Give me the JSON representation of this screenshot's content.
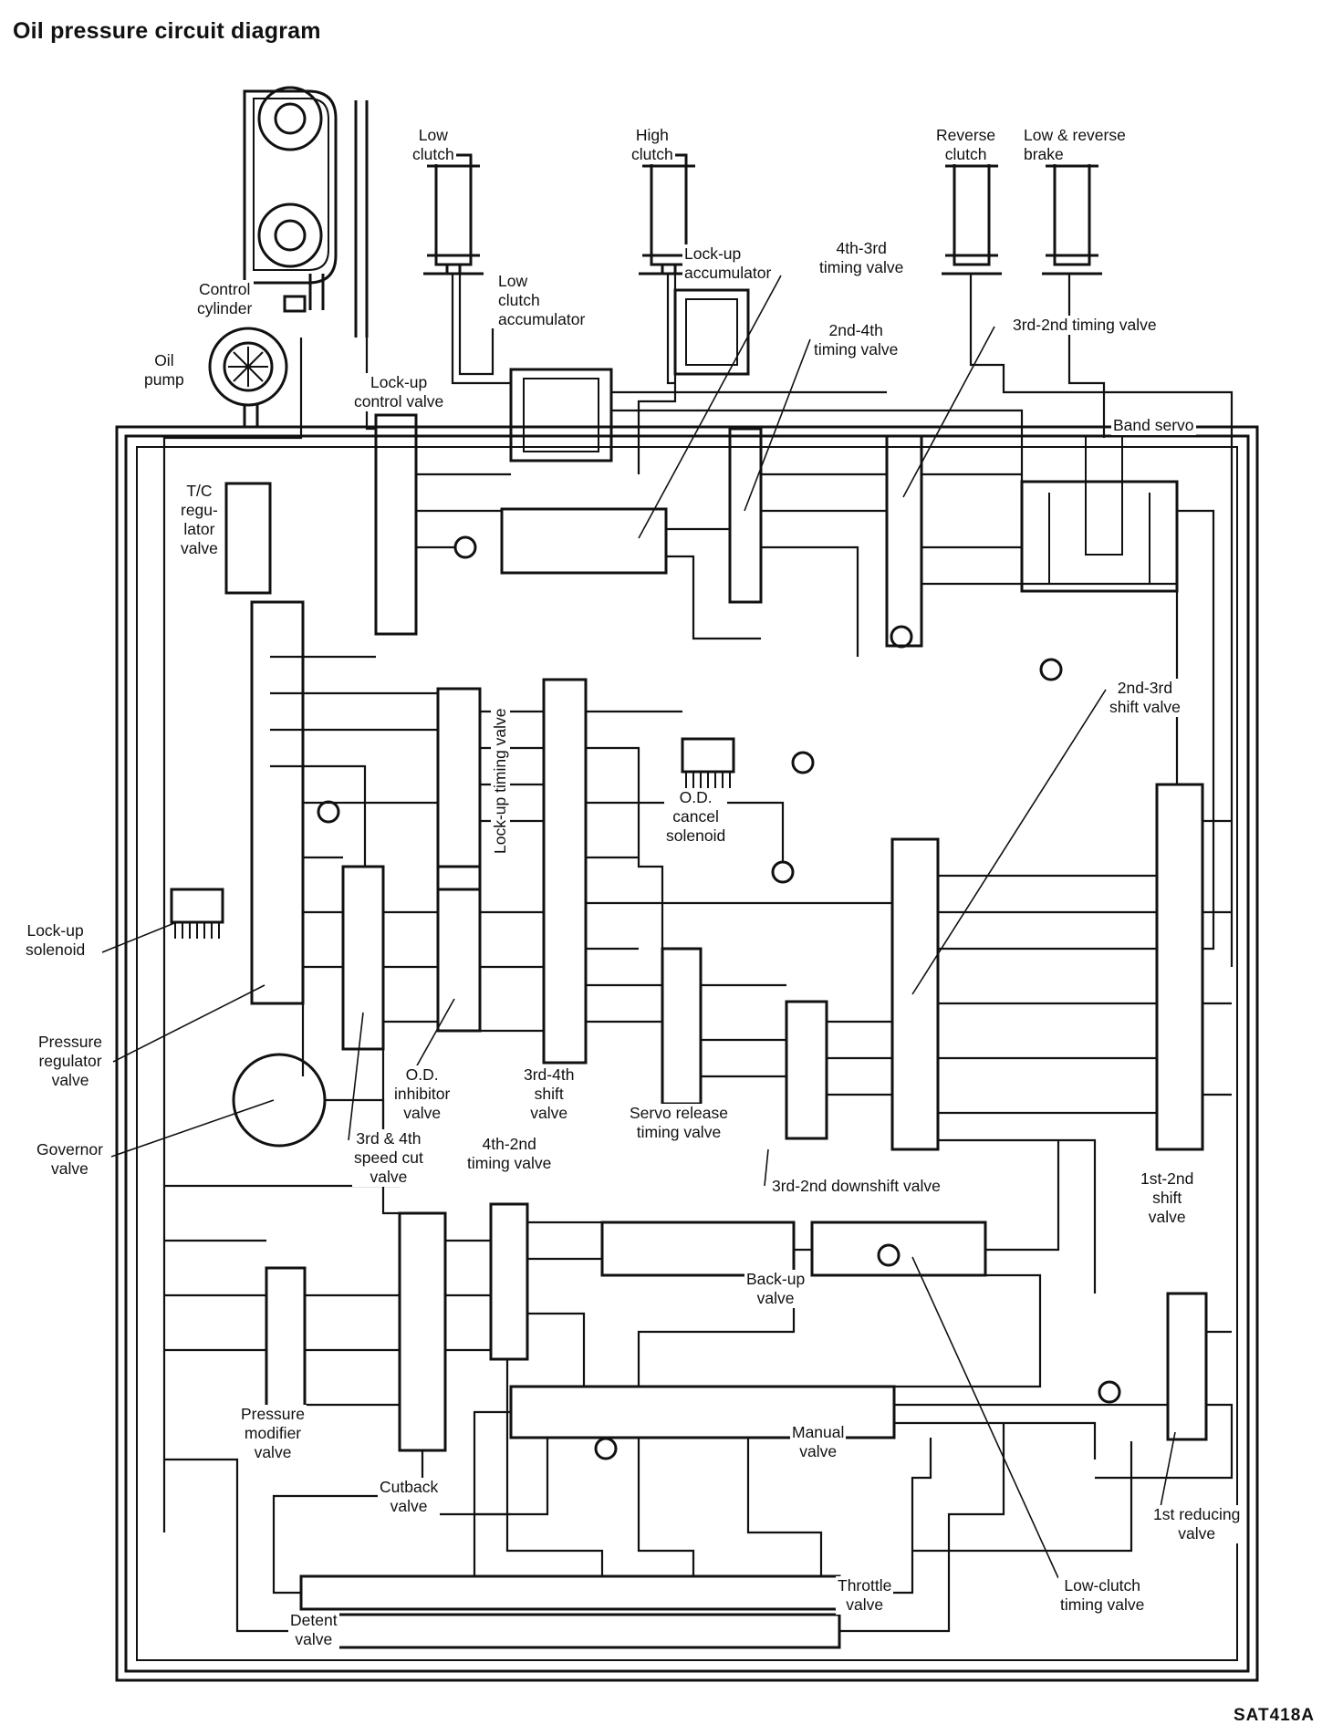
{
  "title": "Oil pressure circuit diagram",
  "figure_code": "SAT418A",
  "labels": {
    "low_clutch": "Low\nclutch",
    "high_clutch": "High\nclutch",
    "reverse_clutch": "Reverse\nclutch",
    "low_reverse_brake": "Low & reverse\nbrake",
    "control_cylinder": "Control\ncylinder",
    "oil_pump": "Oil\npump",
    "lockup_accumulator": "Lock-up\naccumulator",
    "timing_4th_3rd": "4th-3rd\ntiming valve",
    "low_clutch_accumulator": "Low\nclutch\naccumulator",
    "timing_2nd_4th": "2nd-4th\ntiming valve",
    "timing_3rd_2nd": "3rd-2nd timing valve",
    "lockup_control_valve": "Lock-up\ncontrol valve",
    "band_servo": "Band servo",
    "tc_regulator_valve": "T/C\nregu-\nlator\nvalve",
    "lockup_timing_valve": "Lock-up timing valve",
    "shift_2nd_3rd": "2nd-3rd\nshift valve",
    "od_cancel_solenoid": "O.D.\ncancel\nsolenoid",
    "lockup_solenoid": "Lock-up\nsolenoid",
    "pressure_regulator_valve": "Pressure\nregulator\nvalve",
    "od_inhibitor_valve": "O.D.\ninhibitor\nvalve",
    "shift_3rd_4th": "3rd-4th\nshift\nvalve",
    "servo_release_timing_valve": "Servo release\ntiming valve",
    "governor_valve": "Governor\nvalve",
    "speed_cut_valve": "3rd & 4th\nspeed cut\nvalve",
    "timing_4th_2nd": "4th-2nd\ntiming valve",
    "downshift_3rd_2nd": "3rd-2nd downshift valve",
    "shift_1st_2nd": "1st-2nd\nshift\nvalve",
    "backup_valve": "Back-up\nvalve",
    "pressure_modifier_valve": "Pressure\nmodifier\nvalve",
    "manual_valve": "Manual\nvalve",
    "cutback_valve": "Cutback\nvalve",
    "reducing_1st_valve": "1st reducing\nvalve",
    "low_clutch_timing_valve": "Low-clutch\ntiming valve",
    "throttle_valve": "Throttle\nvalve",
    "detent_valve": "Detent\nvalve"
  }
}
